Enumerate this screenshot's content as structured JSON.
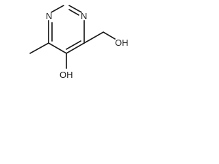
{
  "molecule": {
    "atoms": {
      "n1": "N",
      "n3": "N",
      "oh_ring": "OH",
      "oh_chain": "OH"
    }
  }
}
